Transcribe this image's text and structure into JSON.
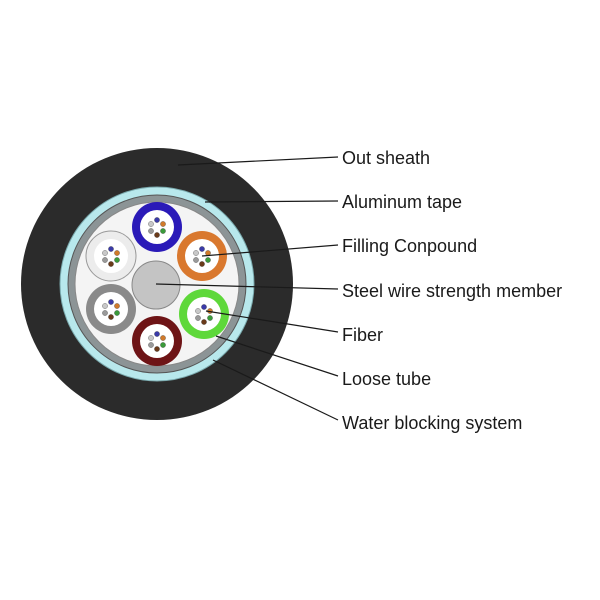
{
  "labels": {
    "out_sheath": "Out sheath",
    "aluminum_tape": "Aluminum tape",
    "filling_compound": "Filling Conpound",
    "steel_wire": "Steel wire strength member",
    "fiber": "Fiber",
    "loose_tube": "Loose tube",
    "water_blocking": "Water blocking system"
  },
  "colors": {
    "sheath": "#2b2b2b",
    "aluminum_tape": "#b8e8ec",
    "water_blocking_ring": "#8c9496",
    "filling": "#f4f4f4",
    "steel_wire": "#c4c4c4",
    "tube_blue": "#2a1ab8",
    "tube_orange": "#d9782e",
    "tube_green": "#5ed83a",
    "tube_brown": "#6e1416",
    "tube_gray": "#8a8a8a",
    "tube_white": "#ececec",
    "leader_line": "#1a1a1a"
  }
}
